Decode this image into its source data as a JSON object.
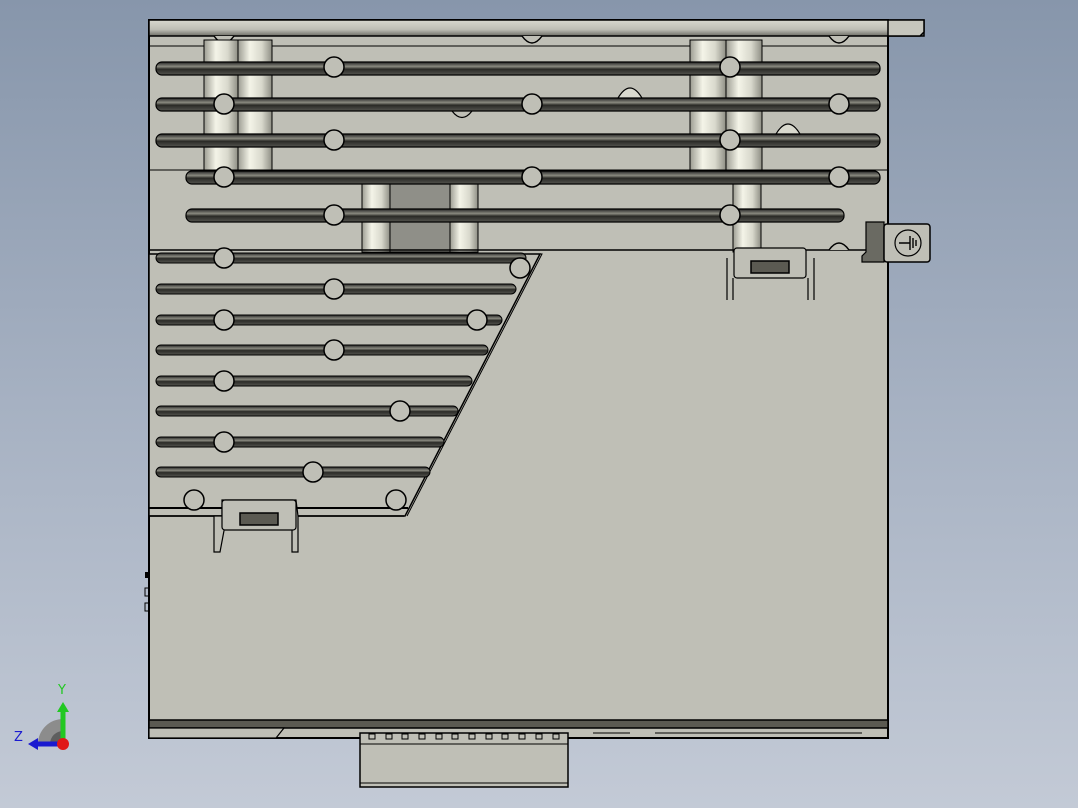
{
  "viewport": {
    "type": "cad-3d-model-view",
    "background_gradient": [
      "#8796ab",
      "#c3cad6"
    ],
    "model": {
      "body_color": "#bfbfb6",
      "edge_color": "#000000",
      "groove_color": "#3a3a34",
      "dark_band_color": "#5b5a52",
      "grooves_upper_count": 5,
      "grooves_lower_count": 8,
      "ground_symbol": "protective-earth"
    },
    "connector": {
      "pin_slot_count": 12
    }
  },
  "triad": {
    "y_label": "Y",
    "z_label": "Z",
    "y_color": "#22c822",
    "z_color": "#1a1ad0",
    "x_color": "#e01818"
  }
}
